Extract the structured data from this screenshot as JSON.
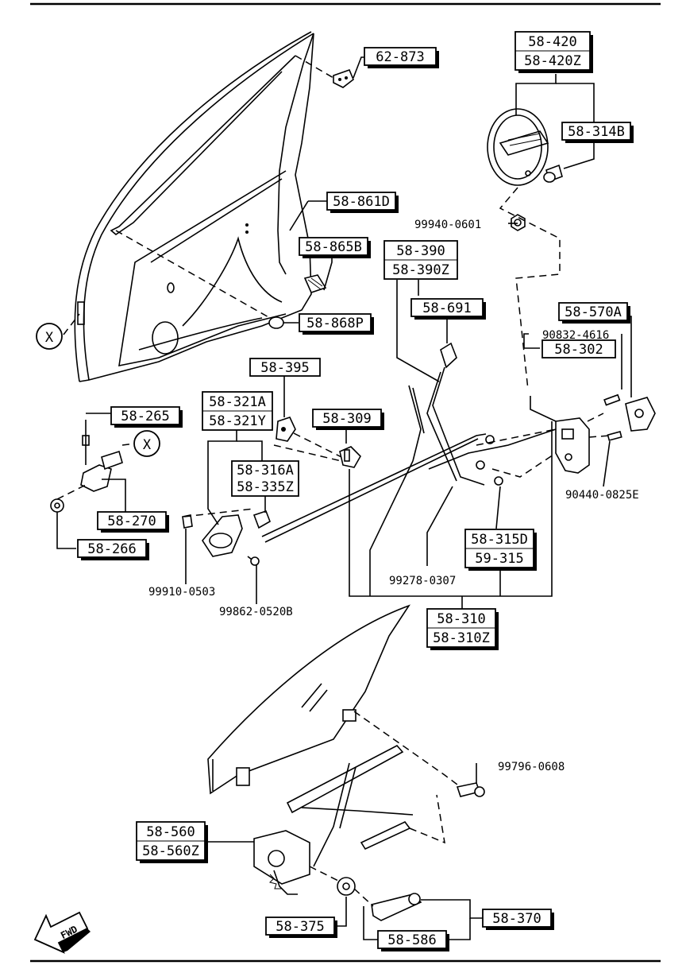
{
  "labels": {
    "l62_873": "62-873",
    "l58_420": "58-420",
    "l58_420z": "58-420Z",
    "l58_314b": "58-314B",
    "l58_861d": "58-861D",
    "l99940": "99940-0601",
    "l58_865b": "58-865B",
    "l58_390": "58-390",
    "l58_390z": "58-390Z",
    "l58_691": "58-691",
    "l58_868p": "58-868P",
    "l58_570a": "58-570A",
    "l90832": "90832-4616",
    "l58_302": "58-302",
    "l58_395": "58-395",
    "l58_321a": "58-321A",
    "l58_321y": "58-321Y",
    "l58_309": "58-309",
    "l58_265": "58-265",
    "l58_316a": "58-316A",
    "l58_335z": "58-335Z",
    "l90440": "90440-0825E",
    "l58_270": "58-270",
    "l58_266": "58-266",
    "l58_315d": "58-315D",
    "l59_315": "59-315",
    "l99910": "99910-0503",
    "l99278": "99278-0307",
    "l99862": "99862-0520B",
    "l58_310": "58-310",
    "l58_310z": "58-310Z",
    "l99796": "99796-0608",
    "l58_560": "58-560",
    "l58_560z": "58-560Z",
    "l58_375": "58-375",
    "l58_370": "58-370",
    "l58_586": "58-586",
    "x_mark": "X",
    "fwd": "FWD"
  }
}
